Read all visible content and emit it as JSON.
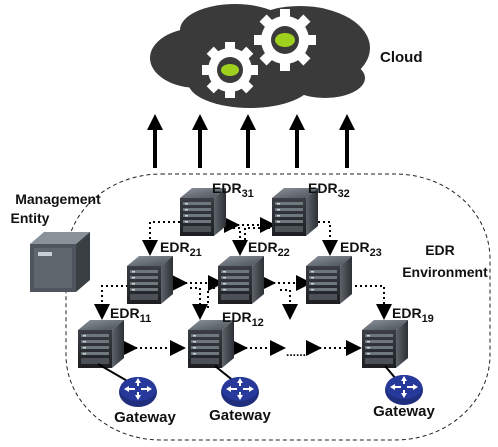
{
  "cloud": {
    "label": "Cloud",
    "fill": "#3a3a3a",
    "gear_color": "#ffffff",
    "gear_center": "#9ed11e"
  },
  "management": {
    "line1": "Management",
    "line2": "Entity"
  },
  "environment": {
    "line1": "EDR",
    "line2": "Environment"
  },
  "edrs": [
    {
      "id": "edr31",
      "base": "EDR",
      "sub": "31"
    },
    {
      "id": "edr32",
      "base": "EDR",
      "sub": "32"
    },
    {
      "id": "edr21",
      "base": "EDR",
      "sub": "21"
    },
    {
      "id": "edr22",
      "base": "EDR",
      "sub": "22"
    },
    {
      "id": "edr23",
      "base": "EDR",
      "sub": "23"
    },
    {
      "id": "edr11",
      "base": "EDR",
      "sub": "11"
    },
    {
      "id": "edr12",
      "base": "EDR",
      "sub": "12"
    },
    {
      "id": "edr19",
      "base": "EDR",
      "sub": "19"
    }
  ],
  "gateways": [
    {
      "label": "Gateway"
    },
    {
      "label": "Gateway"
    },
    {
      "label": "Gateway"
    }
  ],
  "ellipsis": "......",
  "colors": {
    "server_dark": "#2e2e2e",
    "server_mid": "#5a6168",
    "router": "#1f2f7e",
    "arrow": "#000000"
  }
}
